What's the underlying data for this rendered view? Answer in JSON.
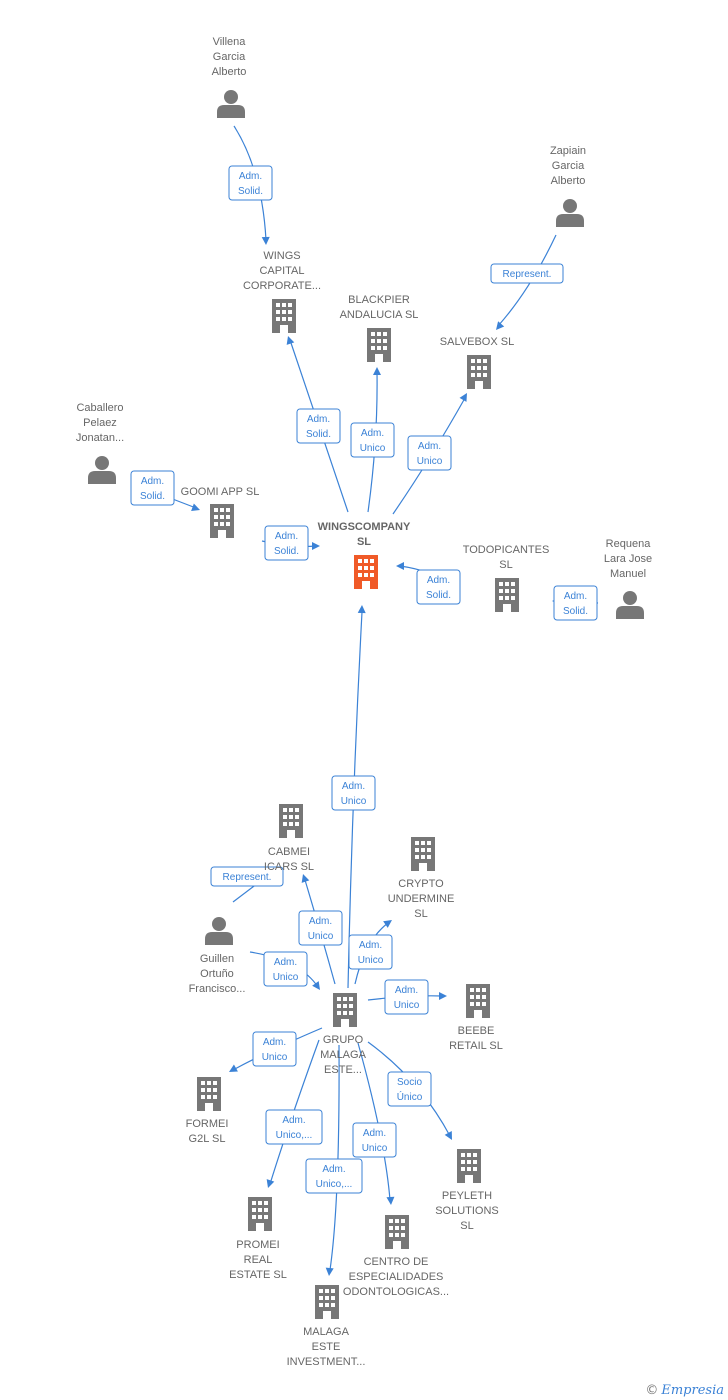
{
  "nodes": [
    {
      "id": "wingscompany",
      "type": "company",
      "main": true,
      "label": [
        "WINGSCOMPANY",
        "SL"
      ]
    },
    {
      "id": "villena",
      "type": "person",
      "label": [
        "Villena",
        "Garcia",
        "Alberto"
      ]
    },
    {
      "id": "zapiain",
      "type": "person",
      "label": [
        "Zapiain",
        "Garcia",
        "Alberto"
      ]
    },
    {
      "id": "caballero",
      "type": "person",
      "label": [
        "Caballero",
        "Pelaez",
        "Jonatan..."
      ]
    },
    {
      "id": "requena",
      "type": "person",
      "label": [
        "Requena",
        "Lara Jose",
        "Manuel"
      ]
    },
    {
      "id": "guillen",
      "type": "person",
      "label": [
        "Guillen",
        "Ortuño",
        "Francisco..."
      ]
    },
    {
      "id": "wings_capital",
      "type": "company",
      "label": [
        "WINGS",
        "CAPITAL",
        "CORPORATE..."
      ]
    },
    {
      "id": "blackpier",
      "type": "company",
      "label": [
        "BLACKPIER",
        "ANDALUCIA  SL"
      ]
    },
    {
      "id": "salvebox",
      "type": "company",
      "label": [
        "SALVEBOX  SL"
      ]
    },
    {
      "id": "goomi",
      "type": "company",
      "label": [
        "GOOMI APP  SL"
      ]
    },
    {
      "id": "todopicantes",
      "type": "company",
      "label": [
        "TODOPICANTES",
        "SL"
      ]
    },
    {
      "id": "cabmei",
      "type": "company",
      "label": [
        "CABMEI",
        "ICARS  SL"
      ]
    },
    {
      "id": "crypto",
      "type": "company",
      "label": [
        "CRYPTO",
        "UNDERMINE",
        "SL"
      ]
    },
    {
      "id": "grupo",
      "type": "company",
      "label": [
        "GRUPO",
        "MALAGA",
        "ESTE..."
      ]
    },
    {
      "id": "beebe",
      "type": "company",
      "label": [
        "BEEBE",
        "RETAIL  SL"
      ]
    },
    {
      "id": "formei",
      "type": "company",
      "label": [
        "FORMEI",
        "G2L  SL"
      ]
    },
    {
      "id": "peyleth",
      "type": "company",
      "label": [
        "PEYLETH",
        "SOLUTIONS",
        "SL"
      ]
    },
    {
      "id": "promei",
      "type": "company",
      "label": [
        "PROMEI",
        "REAL",
        "ESTATE  SL"
      ]
    },
    {
      "id": "centro",
      "type": "company",
      "label": [
        "CENTRO DE",
        "ESPECIALIDADES",
        "ODONTOLOGICAS..."
      ]
    },
    {
      "id": "malaga_este",
      "type": "company",
      "label": [
        "MALAGA",
        "ESTE",
        "INVESTMENT..."
      ]
    }
  ],
  "edges": [
    {
      "id": "e1",
      "from": "villena",
      "to": "wings_capital",
      "label": [
        "Adm.",
        "Solid."
      ]
    },
    {
      "id": "e2",
      "from": "zapiain",
      "to": "salvebox",
      "label": [
        "Represent."
      ]
    },
    {
      "id": "e3",
      "from": "wingscompany",
      "to": "wings_capital",
      "label": [
        "Adm.",
        "Solid."
      ]
    },
    {
      "id": "e4",
      "from": "wingscompany",
      "to": "blackpier",
      "label": [
        "Adm.",
        "Unico"
      ]
    },
    {
      "id": "e5",
      "from": "wingscompany",
      "to": "salvebox",
      "label": [
        "Adm.",
        "Unico"
      ]
    },
    {
      "id": "e6",
      "from": "caballero",
      "to": "goomi",
      "label": [
        "Adm.",
        "Solid."
      ]
    },
    {
      "id": "e7",
      "from": "goomi",
      "to": "wingscompany",
      "label": [
        "Adm.",
        "Solid."
      ]
    },
    {
      "id": "e8",
      "from": "todopicantes",
      "to": "wingscompany",
      "label": [
        "Adm.",
        "Solid."
      ]
    },
    {
      "id": "e9",
      "from": "requena",
      "to": "todopicantes",
      "label": [
        "Adm.",
        "Solid."
      ]
    },
    {
      "id": "e10",
      "from": "grupo",
      "to": "wingscompany",
      "label": [
        "Adm.",
        "Unico"
      ]
    },
    {
      "id": "e11",
      "from": "guillen",
      "to": "cabmei",
      "label": [
        "Represent."
      ]
    },
    {
      "id": "e12",
      "from": "grupo",
      "to": "cabmei",
      "label": [
        "Adm.",
        "Unico"
      ]
    },
    {
      "id": "e13",
      "from": "grupo",
      "to": "crypto",
      "label": [
        "Adm.",
        "Unico"
      ]
    },
    {
      "id": "e14",
      "from": "guillen",
      "to": "grupo",
      "label": [
        "Adm.",
        "Unico"
      ]
    },
    {
      "id": "e15",
      "from": "grupo",
      "to": "beebe",
      "label": [
        "Adm.",
        "Unico"
      ]
    },
    {
      "id": "e16",
      "from": "grupo",
      "to": "formei",
      "label": [
        "Adm.",
        "Unico"
      ]
    },
    {
      "id": "e17",
      "from": "grupo",
      "to": "peyleth",
      "label": [
        "Socio",
        "Único"
      ]
    },
    {
      "id": "e18",
      "from": "grupo",
      "to": "promei",
      "label": [
        "Adm.",
        "Unico,..."
      ]
    },
    {
      "id": "e19",
      "from": "grupo",
      "to": "centro",
      "label": [
        "Adm.",
        "Unico"
      ]
    },
    {
      "id": "e20",
      "from": "grupo",
      "to": "malaga_este",
      "label": [
        "Adm.",
        "Unico,..."
      ]
    }
  ],
  "colors": {
    "edge": "#3b82d6",
    "company": "#777777",
    "main_company": "#f05a28",
    "person": "#777777"
  },
  "footer": {
    "copyright": "©",
    "brand": "Empresia"
  }
}
